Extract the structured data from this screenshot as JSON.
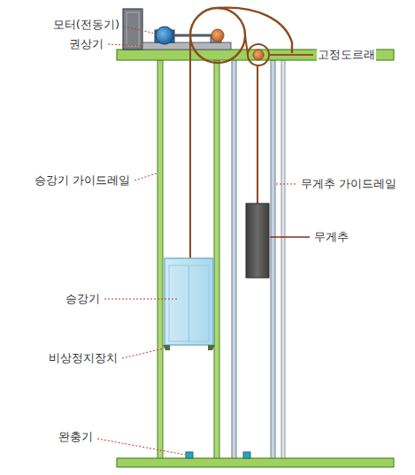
{
  "diagram": {
    "labels": [
      "모터(전동기)",
      "권상기",
      "고정도르래",
      "승강기 가이드레일",
      "무게추 가이드레일",
      "무게추",
      "승강기",
      "비상정지장치",
      "완충기"
    ]
  }
}
